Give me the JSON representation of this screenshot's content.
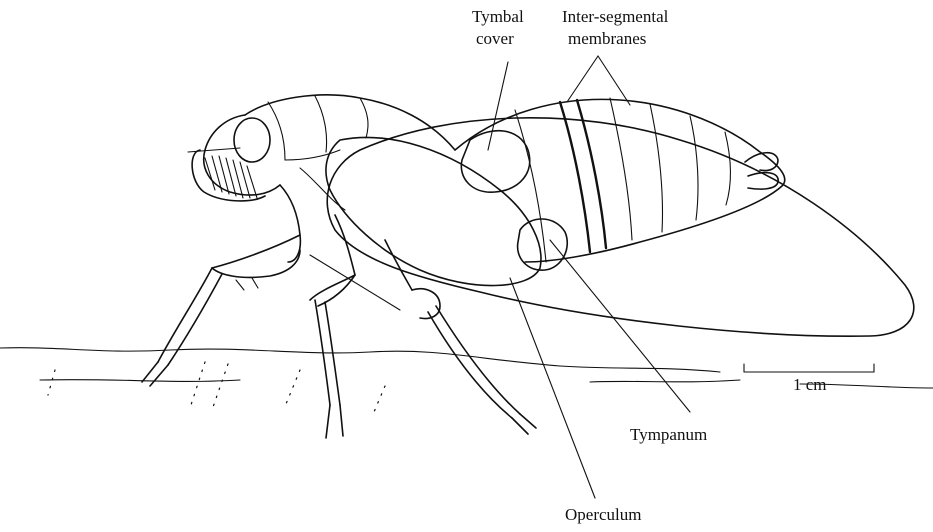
{
  "labels": {
    "tymbal_cover_line1": "Tymbal",
    "tymbal_cover_line2": "cover",
    "intersegmental_line1": "Inter-segmental",
    "intersegmental_line2": "membranes",
    "tympanum": "Tympanum",
    "operculum": "Operculum",
    "scale_bar": "1 cm"
  }
}
